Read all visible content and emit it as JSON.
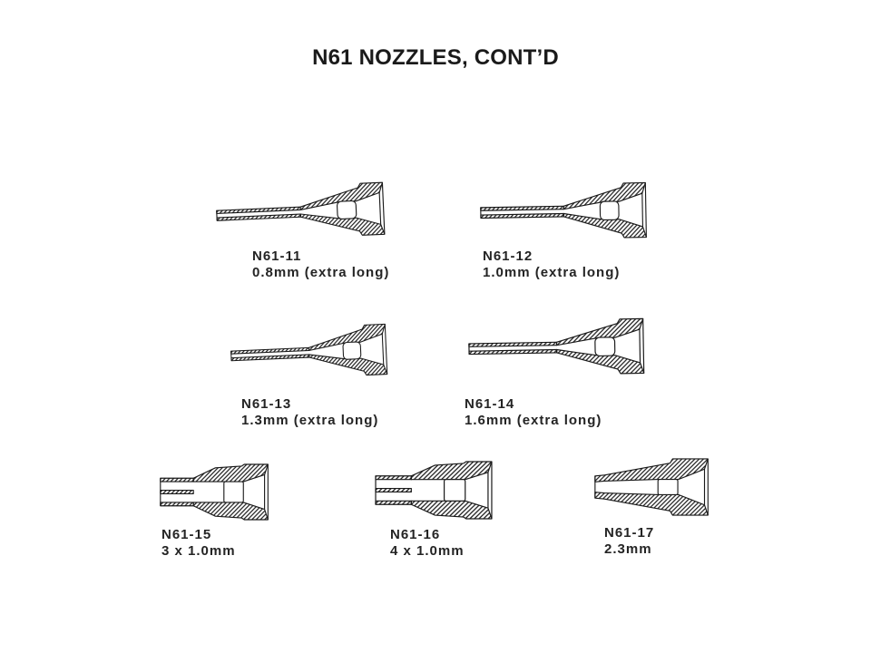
{
  "title": "N61 NOZZLES, CONT’D",
  "colors": {
    "background": "#ffffff",
    "ink": "#1a1a1a"
  },
  "nozzles": [
    {
      "id": "N61-11",
      "size": "0.8mm (extra long)",
      "figure": "extra-long-nozzle"
    },
    {
      "id": "N61-12",
      "size": "1.0mm (extra long)",
      "figure": "extra-long-nozzle"
    },
    {
      "id": "N61-13",
      "size": "1.3mm (extra long)",
      "figure": "extra-long-nozzle"
    },
    {
      "id": "N61-14",
      "size": "1.6mm (extra long)",
      "figure": "extra-long-nozzle"
    },
    {
      "id": "N61-15",
      "size": "3 x 1.0mm",
      "figure": "stepped-multi-hole-nozzle"
    },
    {
      "id": "N61-16",
      "size": "4 x 1.0mm",
      "figure": "stepped-multi-hole-nozzle"
    },
    {
      "id": "N61-17",
      "size": "2.3mm",
      "figure": "tapered-nozzle"
    }
  ]
}
